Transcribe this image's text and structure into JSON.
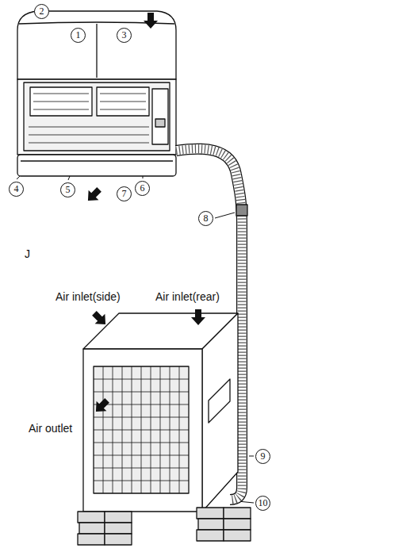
{
  "diagram": {
    "labels": [
      "2",
      "1",
      "3",
      "6",
      "4",
      "5",
      "7",
      "8",
      "J",
      "Air inlet(side)",
      "Air inlet(rear)",
      "Air outlet",
      "9",
      "10"
    ]
  }
}
